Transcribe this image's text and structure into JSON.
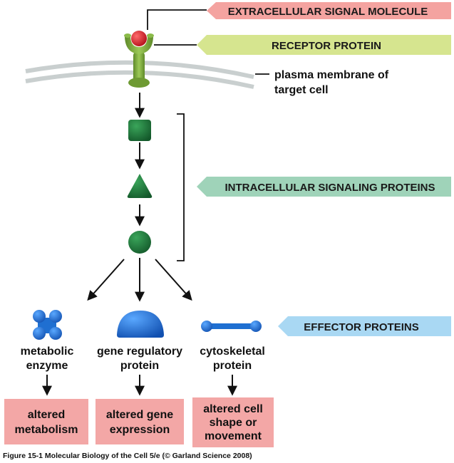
{
  "banners": {
    "signal": {
      "text": "EXTRACELLULAR SIGNAL MOLECULE",
      "color": "#f4a3a0"
    },
    "receptor": {
      "text": "RECEPTOR PROTEIN",
      "color": "#d6e58f"
    },
    "intracellular": {
      "text": "INTRACELLULAR SIGNALING PROTEINS",
      "color": "#9fd3b9"
    },
    "effector": {
      "text": "EFFECTOR PROTEINS",
      "color": "#a9d8f3"
    }
  },
  "membrane_label": {
    "line1": "plasma membrane of",
    "line2": "target cell"
  },
  "effectors": {
    "metabolic": {
      "line1": "metabolic",
      "line2": "enzyme"
    },
    "gene": {
      "line1": "gene regulatory",
      "line2": "protein"
    },
    "cyto": {
      "line1": "cytoskeletal",
      "line2": "protein"
    }
  },
  "outcomes": {
    "metabolism": {
      "line1": "altered",
      "line2": "metabolism"
    },
    "gene": {
      "line1": "altered gene",
      "line2": "expression"
    },
    "cell": {
      "line1": "altered cell",
      "line2": "shape or",
      "line3": "movement"
    },
    "box_color": "#f3a7a6"
  },
  "caption": "Figure 15-1  Molecular Biology of the Cell 5/e (© Garland Science 2008)",
  "colors": {
    "signal_molecule": "#d71920",
    "receptor": "#7aa63a",
    "signaling_protein": "#1f7a3a",
    "effector": "#1f6fd1",
    "membrane": "#c9cfcf"
  },
  "icons": {
    "signal": "red-sphere",
    "receptor": "y-shaped-receptor",
    "relay1": "green-rounded-square",
    "relay2": "green-triangle",
    "relay3": "green-circle",
    "enzyme": "blue-cross-of-spheres",
    "gene_protein": "blue-half-dome",
    "cyto_protein": "blue-dumbbell"
  }
}
